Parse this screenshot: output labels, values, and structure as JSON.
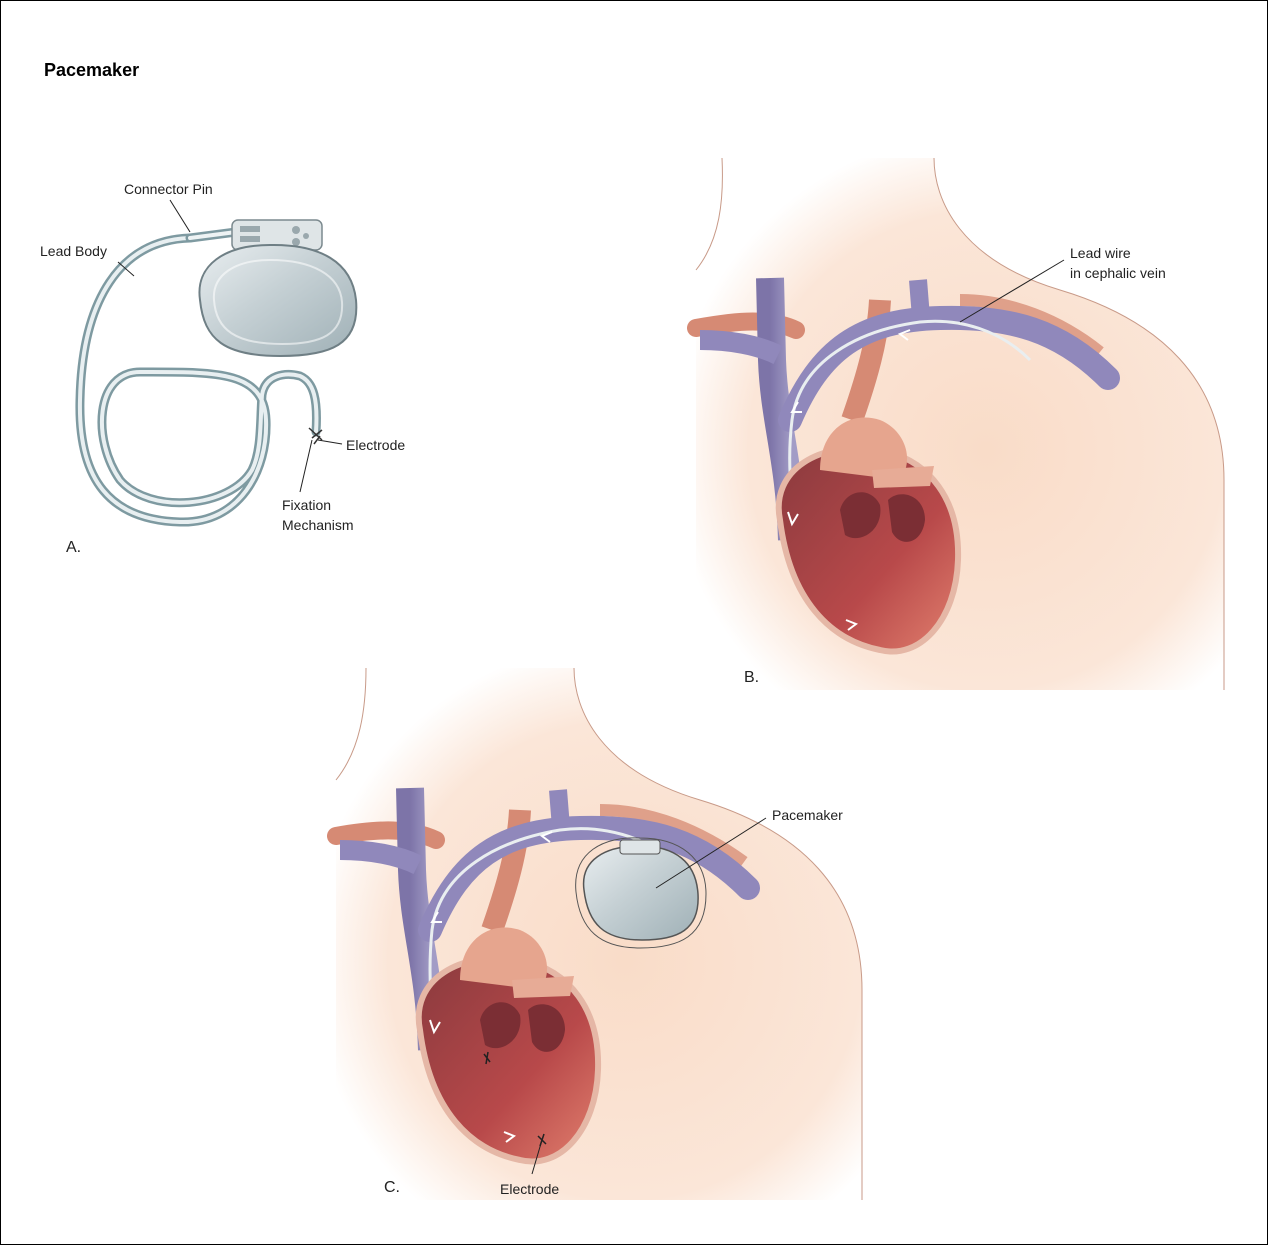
{
  "title": "Pacemaker",
  "panels": {
    "a": {
      "letter": "A.",
      "labels": {
        "connector_pin": "Connector Pin",
        "lead_body": "Lead Body",
        "electrode": "Electrode",
        "fixation_1": "Fixation",
        "fixation_2": "Mechanism"
      }
    },
    "b": {
      "letter": "B.",
      "labels": {
        "lead_wire_1": "Lead wire",
        "lead_wire_2": "in cephalic vein"
      }
    },
    "c": {
      "letter": "C.",
      "labels": {
        "pacemaker": "Pacemaker",
        "electrode": "Electrode"
      }
    }
  },
  "colors": {
    "skin": "#f8d9c4",
    "vein": "#8e86b5",
    "artery": "#d88a72",
    "heart_dark": "#9c3b3b",
    "heart_light": "#e07a68",
    "device": "#c9d3d6",
    "lead": "#a9bfc4"
  }
}
